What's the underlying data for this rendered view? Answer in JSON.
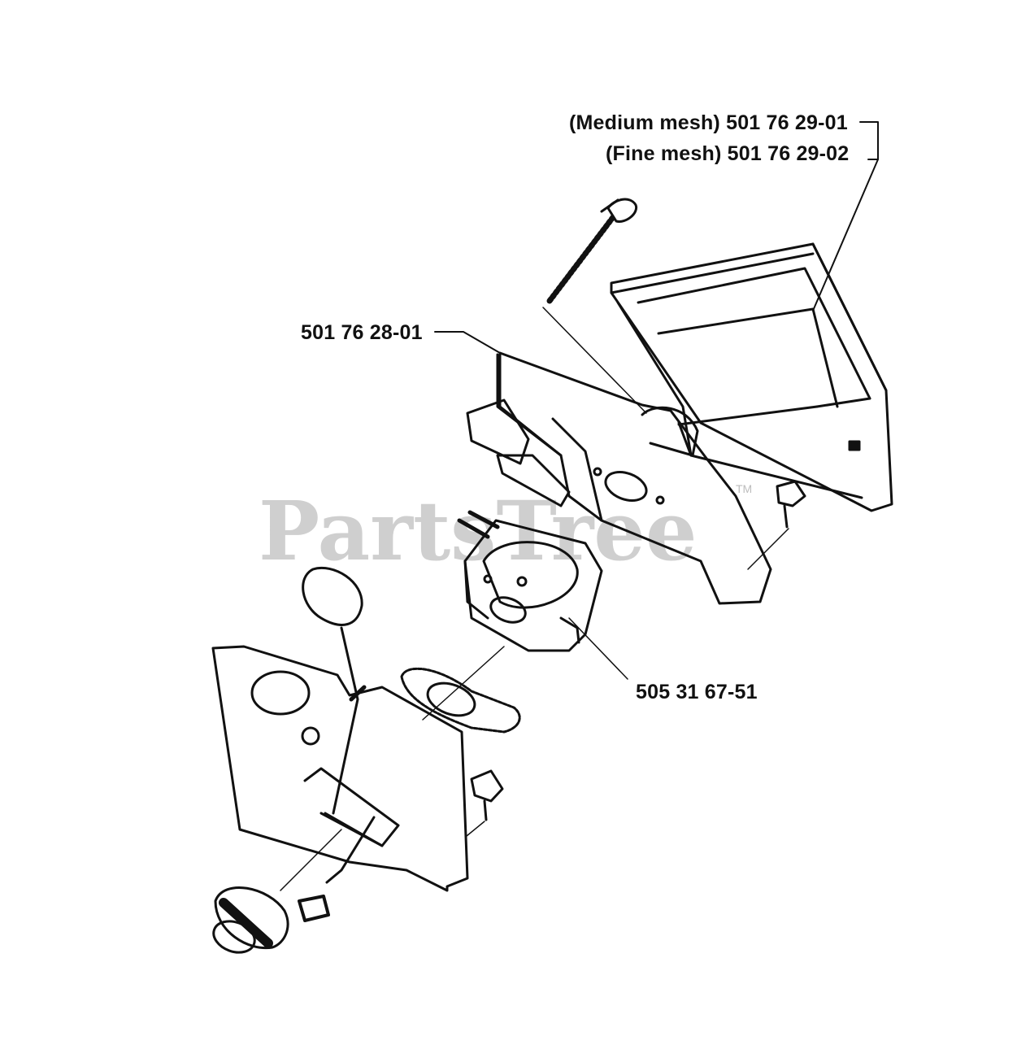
{
  "watermark": {
    "text": "PartsTree",
    "trademark": "TM",
    "color": "#c8c8c8"
  },
  "callouts": {
    "medium_mesh": "(Medium mesh) 501 76 29-01",
    "fine_mesh": "(Fine mesh) 501 76 29-02",
    "gasket_part": "501 76 28-01",
    "carburetor_part": "505 31 67-51"
  },
  "colors": {
    "line": "#111111",
    "background": "#ffffff"
  }
}
